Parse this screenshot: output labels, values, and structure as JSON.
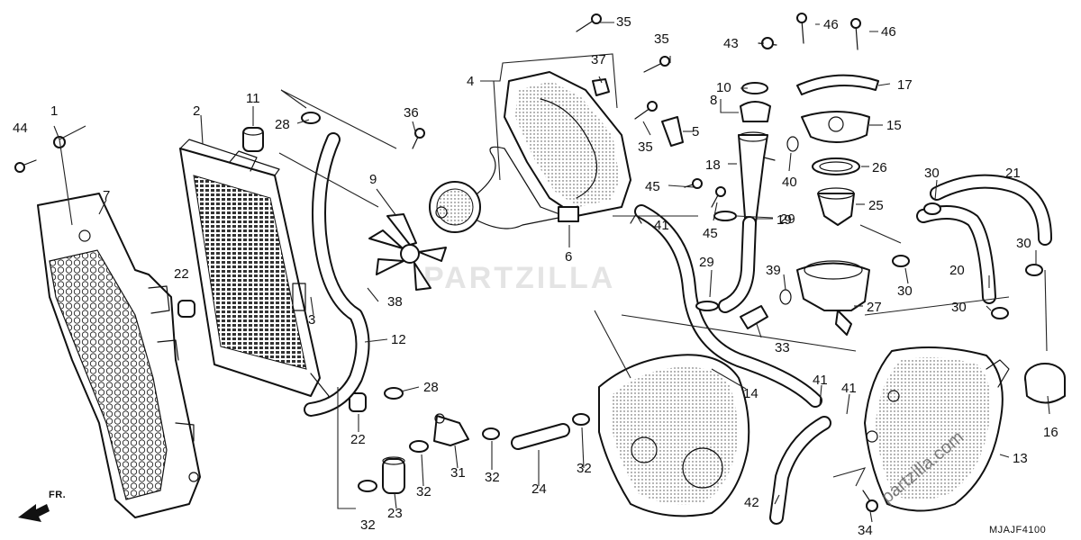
{
  "diagram": {
    "code": "MJAJF4100",
    "front_indicator": "FR.",
    "watermark": "partzilla.com",
    "watermark_large": "PARTZILLA"
  },
  "callouts": [
    {
      "id": "c44",
      "text": "44"
    },
    {
      "id": "c1",
      "text": "1"
    },
    {
      "id": "c7",
      "text": "7"
    },
    {
      "id": "c2",
      "text": "2"
    },
    {
      "id": "c22a",
      "text": "22"
    },
    {
      "id": "c11",
      "text": "11"
    },
    {
      "id": "c28a",
      "text": "28"
    },
    {
      "id": "c3",
      "text": "3"
    },
    {
      "id": "c9",
      "text": "9"
    },
    {
      "id": "c38",
      "text": "38"
    },
    {
      "id": "c12",
      "text": "12"
    },
    {
      "id": "c36",
      "text": "36"
    },
    {
      "id": "c4",
      "text": "4"
    },
    {
      "id": "c35a",
      "text": "35"
    },
    {
      "id": "c37",
      "text": "37"
    },
    {
      "id": "c35b",
      "text": "35"
    },
    {
      "id": "c35c",
      "text": "35"
    },
    {
      "id": "c5",
      "text": "5"
    },
    {
      "id": "c6",
      "text": "6"
    },
    {
      "id": "c45a",
      "text": "45"
    },
    {
      "id": "c45b",
      "text": "45"
    },
    {
      "id": "c41a",
      "text": "41"
    },
    {
      "id": "c8",
      "text": "8"
    },
    {
      "id": "c10",
      "text": "10"
    },
    {
      "id": "c18",
      "text": "18"
    },
    {
      "id": "c40",
      "text": "40"
    },
    {
      "id": "c29a",
      "text": "29"
    },
    {
      "id": "c19",
      "text": "19"
    },
    {
      "id": "c29b",
      "text": "29"
    },
    {
      "id": "c39",
      "text": "39"
    },
    {
      "id": "c33",
      "text": "33"
    },
    {
      "id": "c43",
      "text": "43"
    },
    {
      "id": "c46a",
      "text": "46"
    },
    {
      "id": "c46b",
      "text": "46"
    },
    {
      "id": "c17",
      "text": "17"
    },
    {
      "id": "c15",
      "text": "15"
    },
    {
      "id": "c26",
      "text": "26"
    },
    {
      "id": "c25",
      "text": "25"
    },
    {
      "id": "c27",
      "text": "27"
    },
    {
      "id": "c30a",
      "text": "30"
    },
    {
      "id": "c21",
      "text": "21"
    },
    {
      "id": "c20",
      "text": "20"
    },
    {
      "id": "c30b",
      "text": "30"
    },
    {
      "id": "c30c",
      "text": "30"
    },
    {
      "id": "c30d",
      "text": "30"
    },
    {
      "id": "c16",
      "text": "16"
    },
    {
      "id": "c13",
      "text": "13"
    },
    {
      "id": "c14",
      "text": "14"
    },
    {
      "id": "c41b",
      "text": "41"
    },
    {
      "id": "c41c",
      "text": "41"
    },
    {
      "id": "c42",
      "text": "42"
    },
    {
      "id": "c34",
      "text": "34"
    },
    {
      "id": "c28b",
      "text": "28"
    },
    {
      "id": "c22b",
      "text": "22"
    },
    {
      "id": "c31",
      "text": "31"
    },
    {
      "id": "c32a",
      "text": "32"
    },
    {
      "id": "c24",
      "text": "24"
    },
    {
      "id": "c32b",
      "text": "32"
    },
    {
      "id": "c32c",
      "text": "32"
    },
    {
      "id": "c23",
      "text": "23"
    },
    {
      "id": "c32d",
      "text": "32"
    }
  ]
}
